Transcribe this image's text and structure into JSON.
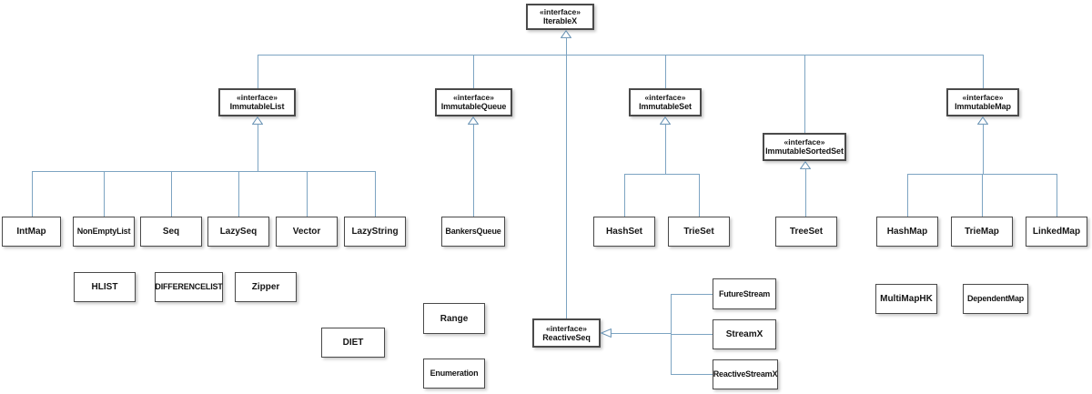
{
  "stereotype_label": "«interface»",
  "interfaces": {
    "iterablex": "IterableX",
    "immutable_list": "ImmutableList",
    "immutable_queue": "ImmutableQueue",
    "immutable_set": "ImmutableSet",
    "immutable_sorted_set": "ImmutableSortedSet",
    "immutable_map": "ImmutableMap",
    "reactive_seq": "ReactiveSeq"
  },
  "classes": {
    "int_map": "IntMap",
    "non_empty_list": "NonEmptyList",
    "seq": "Seq",
    "lazy_seq": "LazySeq",
    "vector": "Vector",
    "lazy_string": "LazyString",
    "bankers_queue": "BankersQueue",
    "hash_set": "HashSet",
    "trie_set": "TrieSet",
    "tree_set": "TreeSet",
    "hash_map": "HashMap",
    "trie_map": "TrieMap",
    "linked_map": "LinkedMap",
    "hlist": "HLIST",
    "difference_list": "DIFFERENCELIST",
    "zipper": "Zipper",
    "diet": "DIET",
    "range": "Range",
    "enumeration": "Enumeration",
    "future_stream": "FutureStream",
    "stream_x": "StreamX",
    "reactive_stream_x": "ReactiveStreamX",
    "multi_map_hk": "MultiMapHK",
    "dependent_map": "DependentMap"
  },
  "colors": {
    "connector": "#7da4c2",
    "arrow_outline": "#6590b2",
    "node_border": "#4a4a4a",
    "node_fill": "#ffffff",
    "text": "#141414"
  }
}
